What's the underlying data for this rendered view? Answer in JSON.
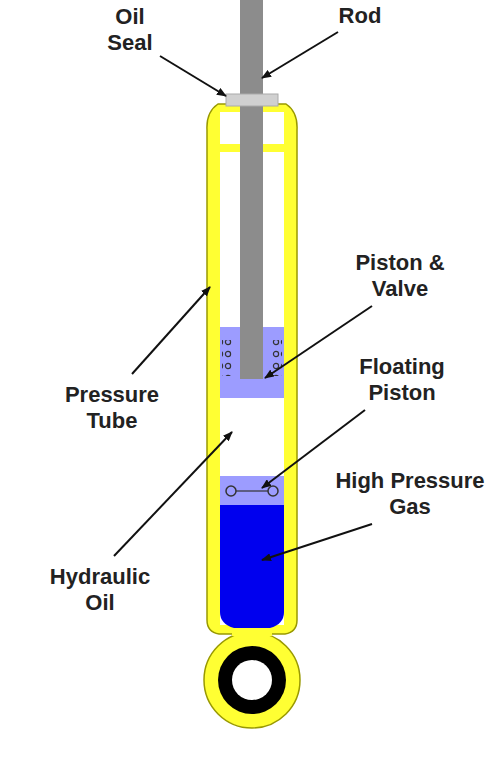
{
  "diagram": {
    "labels": [
      "Oil Seal",
      "Rod",
      "Piston & Valve",
      "Pressure Tube",
      "Floating Piston",
      "High Pressure Gas",
      "Hydraulic Oil"
    ]
  }
}
